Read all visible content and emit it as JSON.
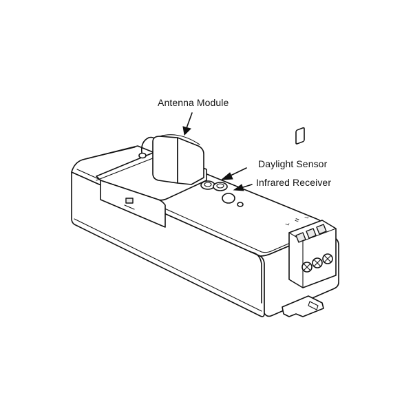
{
  "labels": {
    "antenna_module": "Antenna Module",
    "daylight_sensor": "Daylight Sensor",
    "infrared_receiver": "Infrared Receiver"
  },
  "terminal_marks": [
    "L",
    "N",
    "L'"
  ],
  "colors": {
    "line": "#111111",
    "background": "#ffffff"
  }
}
